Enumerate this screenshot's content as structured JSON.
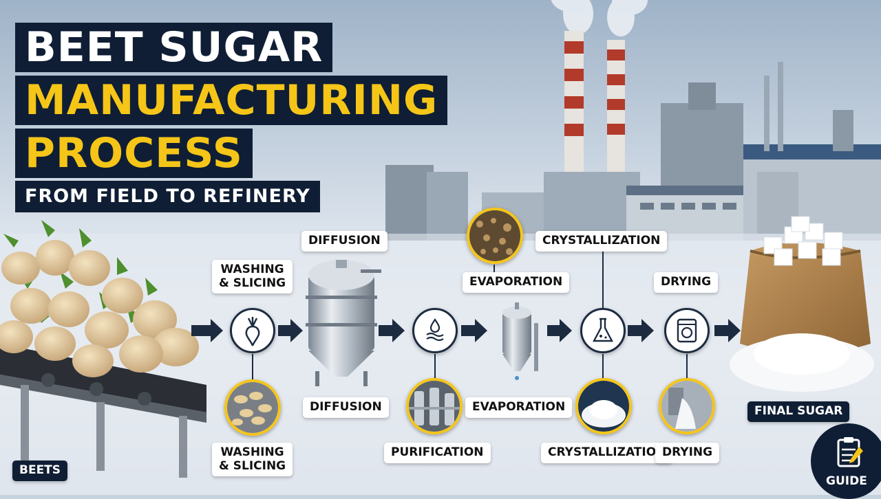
{
  "title": {
    "line1": "BEET SUGAR",
    "line2": "MANUFACTURING",
    "line3": "PROCESS",
    "subtitle": "FROM FIELD TO REFINERY"
  },
  "labels": {
    "beets": "BEETS",
    "washing_top_1": "WASHING",
    "washing_top_2": "& SLICING",
    "washing_bottom_1": "WASHING",
    "washing_bottom_2": "& SLICING",
    "diffusion_top": "DIFFUSION",
    "diffusion_bottom": "DIFFUSION",
    "purification": "PURIFICATION",
    "evaporation_top": "EVAPORATION",
    "evaporation_bottom": "EVAPORATION",
    "crystallization_top": "CRYSTALLIZATION",
    "crystallization_bottom": "CRYSTALLIZATION",
    "drying_top": "DRYING",
    "drying_bottom": "DRYING",
    "final_sugar": "FINAL SUGAR",
    "guide": "GUIDE"
  },
  "icons": {
    "washing_node": "beet-icon",
    "purification_node": "water-drops-icon",
    "crystallization_node": "flask-icon",
    "drying_node": "washing-machine-icon",
    "guide_badge": "clipboard-pencil-icon"
  },
  "colors": {
    "title_bg": "#0f1e34",
    "accent_yellow": "#f5c518",
    "arrow": "#1c2b40",
    "label_bg": "#ffffff"
  }
}
